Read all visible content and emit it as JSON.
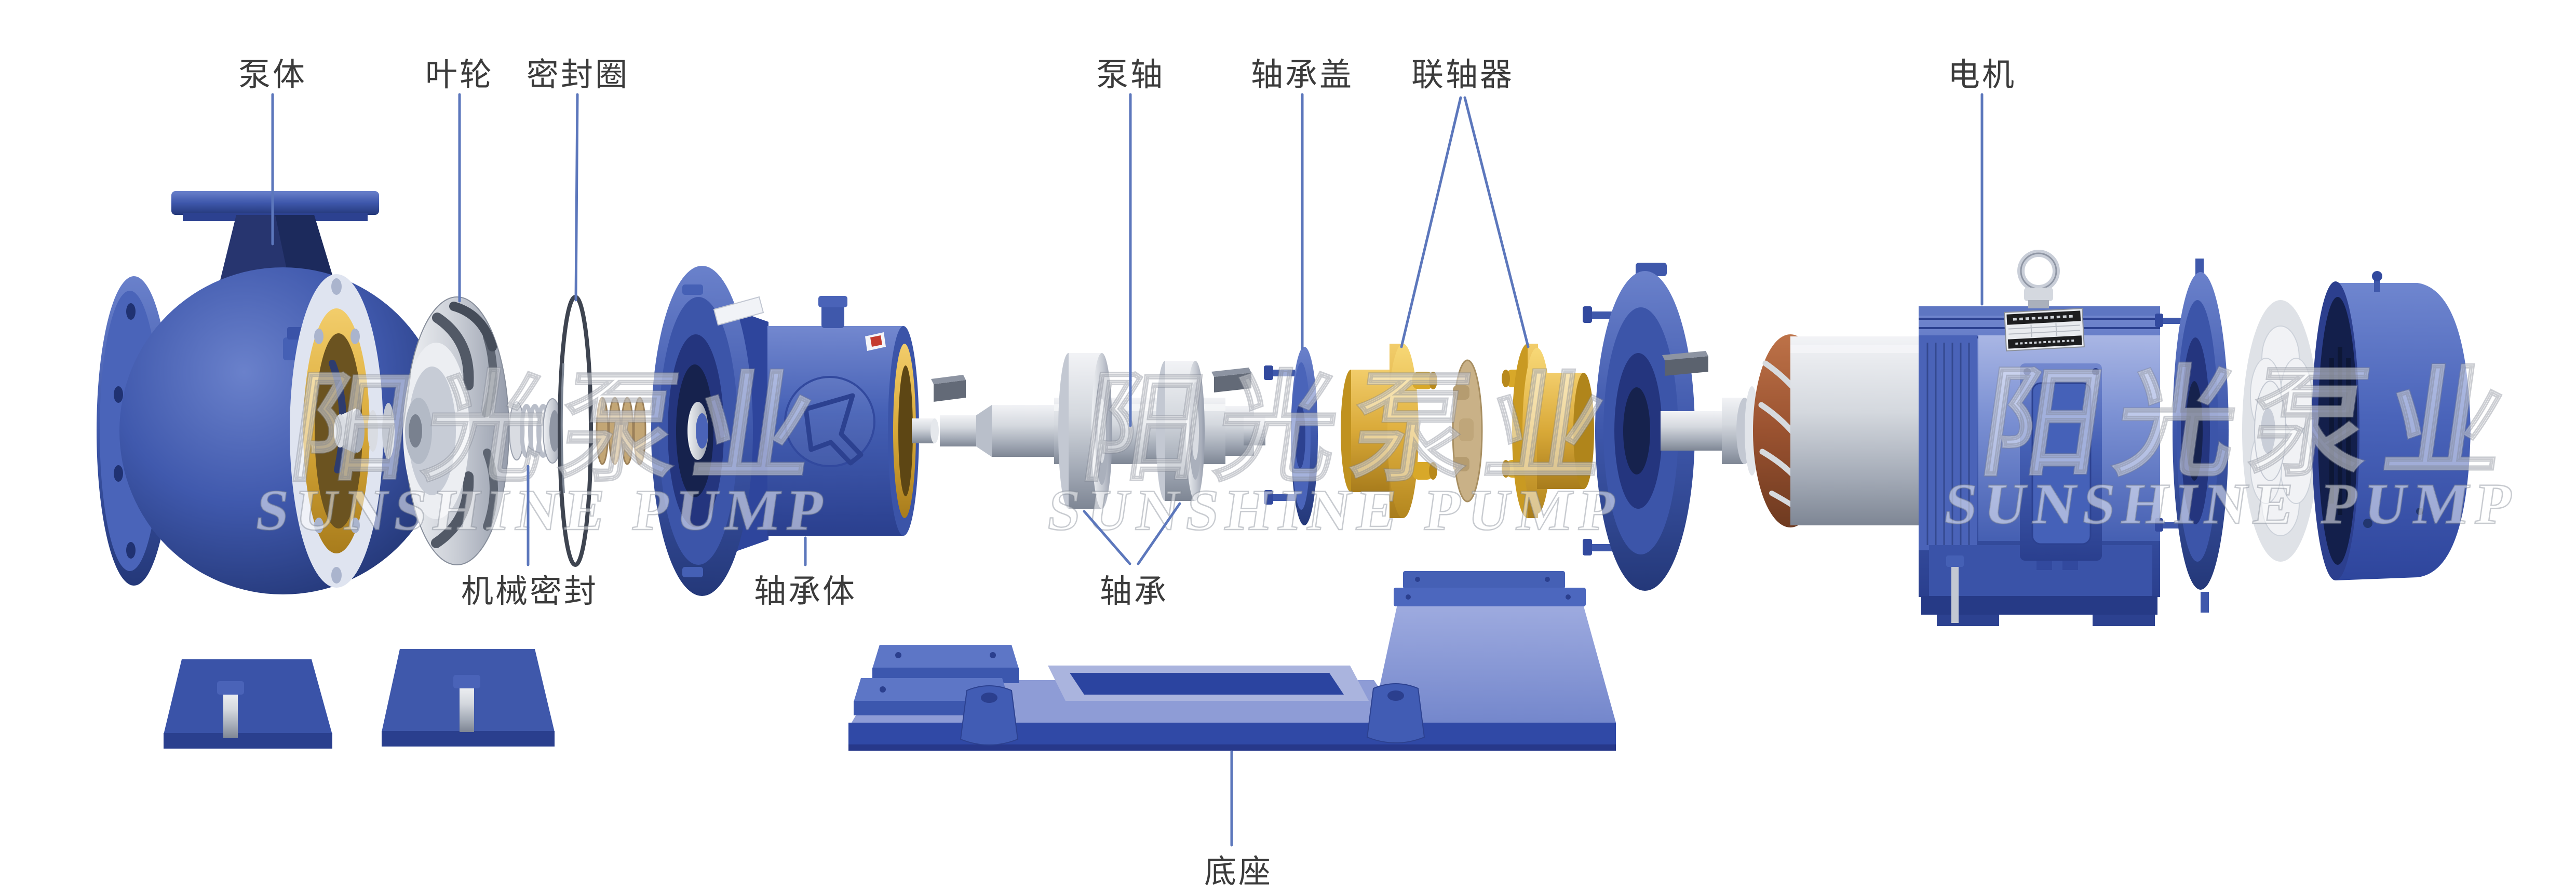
{
  "scene": {
    "background": "#ffffff",
    "kind": "exploded-view diagram of a horizontal centrifugal pump unit"
  },
  "labels": {
    "pump_body": "泵体",
    "impeller": "叶轮",
    "seal_ring": "密封圈",
    "pump_shaft": "泵轴",
    "bearing_cover": "轴承盖",
    "coupling": "联轴器",
    "motor": "电机",
    "mechanical_seal": "机械密封",
    "bearing_housing": "轴承体",
    "bearing": "轴承",
    "base": "底座"
  },
  "watermark": {
    "cn": "阳光泵业",
    "en": "SUNSHINE PUMP"
  },
  "colors": {
    "leader_line": "#5c77bc",
    "label_text": "#3b3b3b",
    "body_blue": "#4058ac",
    "dark_blue": "#24357e",
    "interior_yellow": "#d9a938",
    "coupling_yellow": "#e0b03f",
    "spider_tan": "#c9b187",
    "metal_silver": "#d4d8de",
    "copper_winding": "#9a5230",
    "fan_white": "#f1f2f5",
    "base_top_blue": "#8e9cd6"
  }
}
